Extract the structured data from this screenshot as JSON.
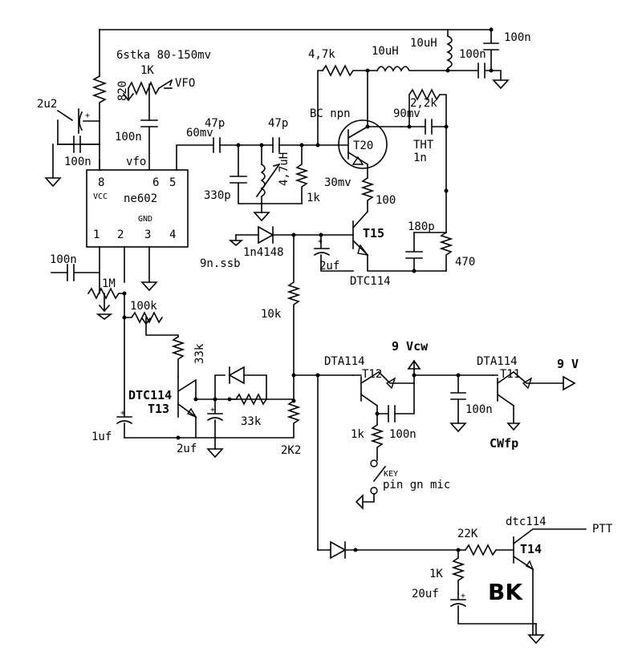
{
  "labels": {
    "osc_note": "6stka 80-150mv",
    "pot_1k": "1K",
    "vfo_pot": "VFO",
    "r820": "820",
    "cap_2u2": "2u2",
    "cap_100n_a": "100n",
    "cap_100n_b": "100n",
    "vfo_pin": "vfo",
    "pin8": "8",
    "pin6": "6",
    "pin5": "5",
    "vcc": "VCC",
    "ic_name": "ne602",
    "gnd": "GND",
    "pin1": "1",
    "pin2": "2",
    "pin3": "3",
    "pin4": "4",
    "mv60": "60mv",
    "cap_47p_a": "47p",
    "cap_47p_b": "47p",
    "cap_330p": "330p",
    "ind_47uh": "4,7uH",
    "r1k_a": "1k",
    "r4k7": "4,7k",
    "ind_10uh_a": "10uH",
    "ind_10uh_b": "10uH",
    "cap_100n_c": "100n",
    "cap_100n_d": "100n",
    "bc_npn": "BC npn",
    "mv90": "90mv",
    "r2k2_top": "2,2k",
    "tht": "THT",
    "cap_1n": "1n",
    "t20": "T20",
    "mv30": "30mv",
    "r100": "100",
    "cap_180p": "180p",
    "r470": "470",
    "t15": "T15",
    "diode_1n4148": "1n4148",
    "ssb_9v": "9n.ssb",
    "cap_2uf_a": "2uf",
    "dtc114_a": "DTC114",
    "cap_100n_e": "100n",
    "pot_1m": "1M",
    "pot_100k": "100k",
    "r10k": "10k",
    "r33k_a": "33k",
    "dtc114_b": "DTC114",
    "t13": "T13",
    "r33k_b": "33k",
    "cap_1uf": "1uf",
    "cap_2uf_b": "2uf",
    "r2k2_bot": "2K2",
    "dta114_a": "DTA114",
    "t12": "T12",
    "v9cw": "9 Vcw",
    "dta114_b": "DTA114",
    "t11": "T11",
    "v9": "9 V",
    "cap_100n_f": "100n",
    "cap_100n_g": "100n",
    "r1k_b": "1k",
    "cwfp": "CWfp",
    "key": "KEY",
    "key_note": "pin gn mic",
    "dtc114_c": "dtc114",
    "ptt": "PTT",
    "r22k": "22K",
    "t14": "T14",
    "r1k_c": "1K",
    "cap_20uf": "20uf",
    "bk": "BK"
  }
}
